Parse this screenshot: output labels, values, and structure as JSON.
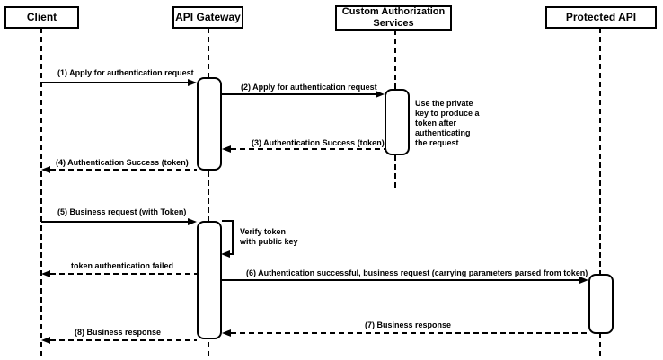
{
  "diagram": {
    "type": "uml-sequence-diagram",
    "colors": {
      "stroke": "#000000",
      "fill": "#ffffff",
      "background": "#ffffff",
      "text": "#000000"
    },
    "actors": [
      {
        "name": "Client"
      },
      {
        "name": "API Gateway"
      },
      {
        "name": "Custom Authorization Services"
      },
      {
        "name": "Protected API"
      }
    ],
    "messages": [
      {
        "label": "(1) Apply for authentication request",
        "from": "Client",
        "to": "API Gateway",
        "style": "solid"
      },
      {
        "label": "(2) Apply for authentication request",
        "from": "API Gateway",
        "to": "Custom Authorization Services",
        "style": "solid"
      },
      {
        "label": "(3) Authentication Success (token)",
        "from": "Custom Authorization Services",
        "to": "API Gateway",
        "style": "dashed"
      },
      {
        "label": "(4) Authentication Success (token)",
        "from": "API Gateway",
        "to": "Client",
        "style": "dashed"
      },
      {
        "label": "(5) Business request (with Token)",
        "from": "Client",
        "to": "API Gateway",
        "style": "solid"
      },
      {
        "label": "Verify token\nwith public key",
        "from": "API Gateway",
        "to": "API Gateway",
        "style": "self"
      },
      {
        "label": "token authentication failed",
        "from": "API Gateway",
        "to": "Client",
        "style": "dashed"
      },
      {
        "label": "(6) Authentication successful, business request (carrying parameters parsed from token)",
        "from": "API Gateway",
        "to": "Protected API",
        "style": "solid"
      },
      {
        "label": "(7) Business response",
        "from": "Protected API",
        "to": "API Gateway",
        "style": "dashed"
      },
      {
        "label": "(8) Business response",
        "from": "API Gateway",
        "to": "Client",
        "style": "dashed"
      }
    ],
    "notes": [
      {
        "text": "Use the private\nkey to produce a\ntoken after\nauthenticating\nthe request",
        "attached_to": "Custom Authorization Services"
      }
    ]
  }
}
